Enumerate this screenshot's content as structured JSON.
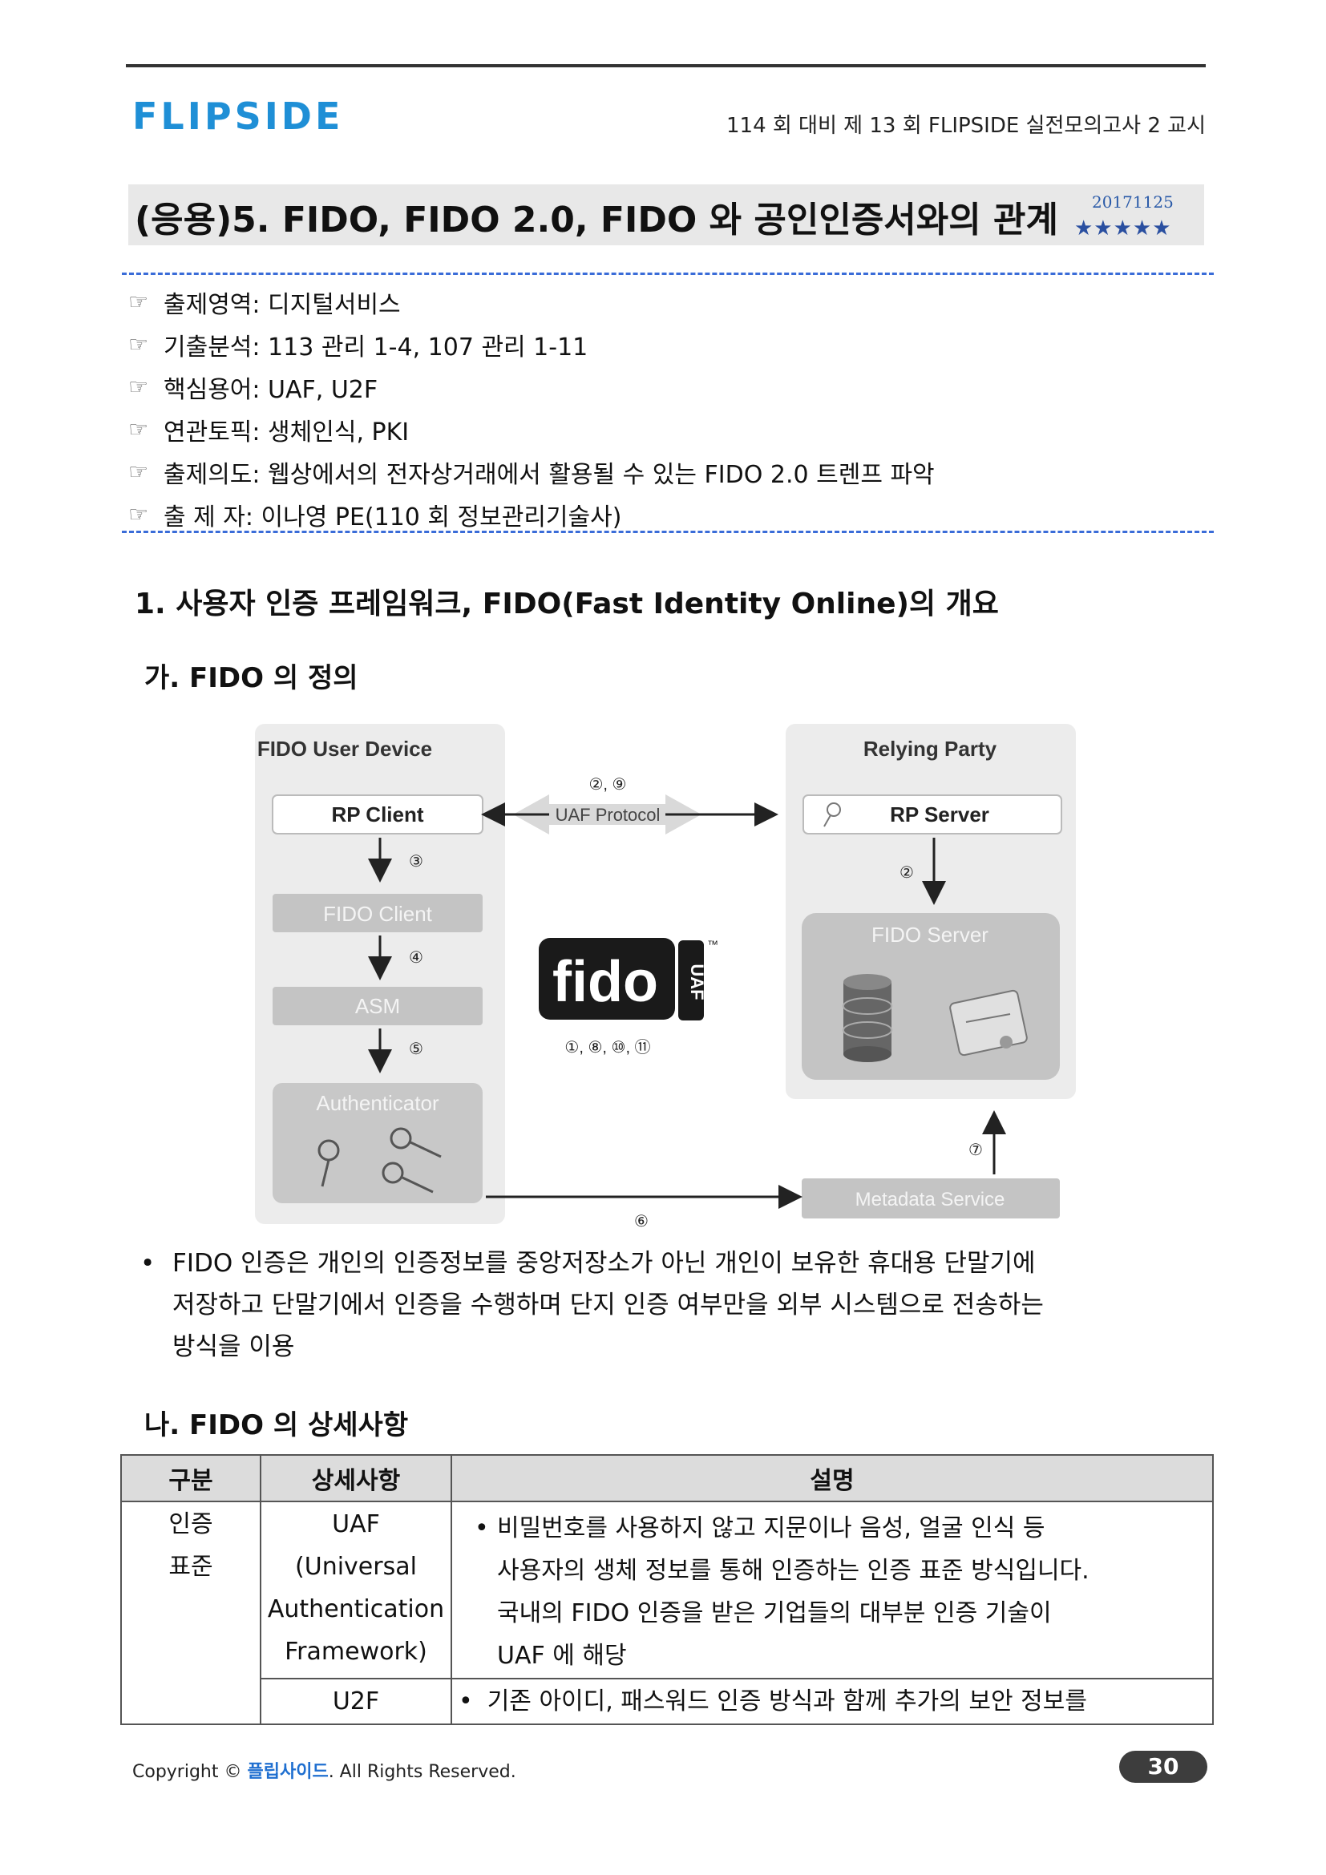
{
  "header": {
    "logo": "FLIPSIDE",
    "exam": "114 회 대비 제 13 회 FLIPSIDE 실전모의고사 2 교시"
  },
  "title": {
    "text": "(응용)5. FIDO, FIDO 2.0, FIDO 와 공인인증서와의 관계",
    "date": "20171125",
    "stars": "★★★★★"
  },
  "meta": [
    {
      "icon": "☞",
      "text": "출제영역: 디지털서비스"
    },
    {
      "icon": "☞",
      "text": "기출분석: 113 관리 1-4, 107 관리 1-11"
    },
    {
      "icon": "☞",
      "text": "핵심용어: UAF, U2F"
    },
    {
      "icon": "☞",
      "text": "연관토픽: 생체인식, PKI"
    },
    {
      "icon": "☞",
      "text": "출제의도: 웹상에서의 전자상거래에서 활용될 수 있는 FIDO 2.0 트렌프 파악"
    },
    {
      "icon": "☞",
      "text": "출 제 자: 이나영 PE(110 회 정보관리기술사)"
    }
  ],
  "section1": {
    "heading": "1. 사용자 인증 프레임워크, FIDO(Fast Identity Online)의 개요",
    "sub_a": "가. FIDO 의 정의",
    "sub_b": "나. FIDO 의 상세사항"
  },
  "diagram": {
    "user_device": "FIDO User Device",
    "rp_client": "RP Client",
    "fido_client": "FIDO Client",
    "asm": "ASM",
    "authenticator": "Authenticator",
    "relying_party": "Relying Party",
    "rp_server": "RP Server",
    "fido_server": "FIDO Server",
    "metadata": "Metadata Service",
    "protocol": "UAF Protocol",
    "n_29": "②, ⑨",
    "n_3": "③",
    "n_4": "④",
    "n_5": "⑤",
    "n_2": "②",
    "n_7": "⑦",
    "n_6": "⑥",
    "n_18": "①, ⑧, ⑩, ⑪",
    "fido_logo": "fido",
    "uaf_logo": "UAF",
    "tm": "™"
  },
  "bullet": {
    "dot": "•",
    "lines": [
      "FIDO 인증은 개인의 인증정보를 중앙저장소가 아닌 개인이 보유한 휴대용 단말기에",
      "저장하고 단말기에서 인증을 수행하며 단지 인증 여부만을 외부 시스템으로 전송하는",
      "방식을 이용"
    ]
  },
  "table": {
    "headers": [
      "구분",
      "상세사항",
      "설명"
    ],
    "cat_lines": [
      "인증",
      "표준"
    ],
    "uaf_lines": [
      "UAF",
      "(Universal",
      "Authentication",
      "Framework)"
    ],
    "uaf_desc": [
      "비밀번호를 사용하지 않고 지문이나 음성, 얼굴 인식 등",
      "사용자의 생체 정보를 통해 인증하는 인증 표준 방식입니다.",
      "국내의 FIDO 인증을 받은 기업들의 대부분 인증 기술이",
      "UAF 에 해당"
    ],
    "u2f": "U2F",
    "u2f_desc": "기존 아이디, 패스워드 인증 방식과 함께 추가의 보안 정보를",
    "dot": "•"
  },
  "footer": {
    "copy_prefix": "Copyright © ",
    "brand": "플립사이드",
    "copy_suffix": ". All Rights Reserved.",
    "page": "30"
  }
}
